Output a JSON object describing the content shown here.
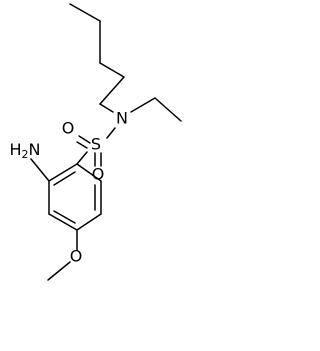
{
  "molecule": {
    "bond_color": "#000000",
    "background": "#ffffff",
    "atoms": {
      "nh2": {
        "text": "H2N",
        "main": "H",
        "sub": "2",
        "tail": "N"
      },
      "sulfur": "S",
      "oxygen_left": "O",
      "oxygen_bottom": "O",
      "nitrogen": "N",
      "methoxy_oxygen": "O"
    }
  }
}
